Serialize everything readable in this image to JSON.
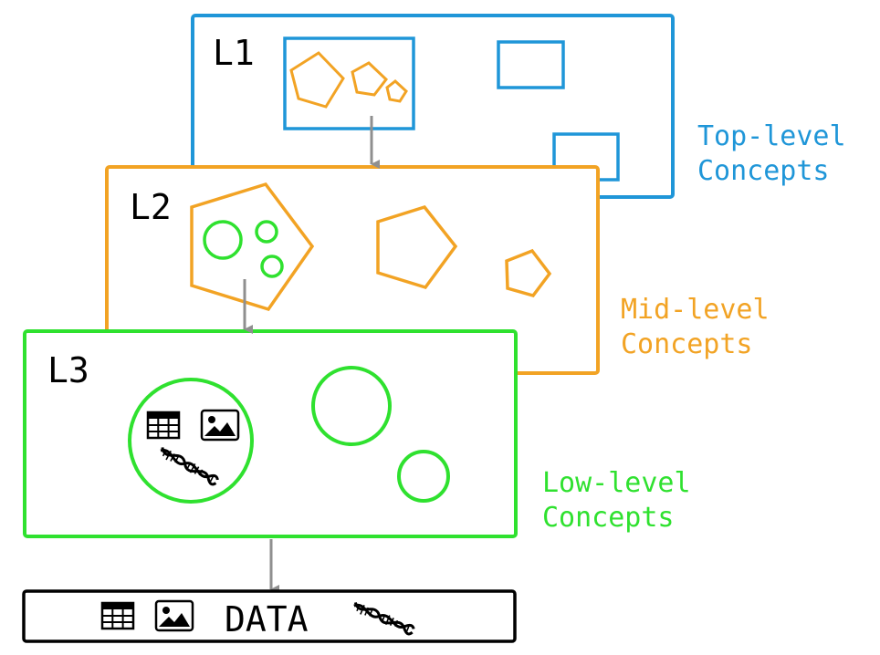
{
  "colors": {
    "top": "#1f96d8",
    "mid": "#f2a324",
    "low": "#2fe12f",
    "arrow": "#8f8f8f",
    "ink": "#000000"
  },
  "levels": {
    "l1": {
      "tag": "L1",
      "caption": [
        "Top-level",
        "Concepts"
      ]
    },
    "l2": {
      "tag": "L2",
      "caption": [
        "Mid-level",
        "Concepts"
      ]
    },
    "l3": {
      "tag": "L3",
      "caption": [
        "Low-level",
        "Concepts"
      ]
    }
  },
  "data_bar": {
    "label": "DATA",
    "icons": [
      "table-icon",
      "image-icon",
      "dna-icon"
    ]
  },
  "concept_icons": [
    "table-icon",
    "image-icon",
    "dna-icon"
  ]
}
